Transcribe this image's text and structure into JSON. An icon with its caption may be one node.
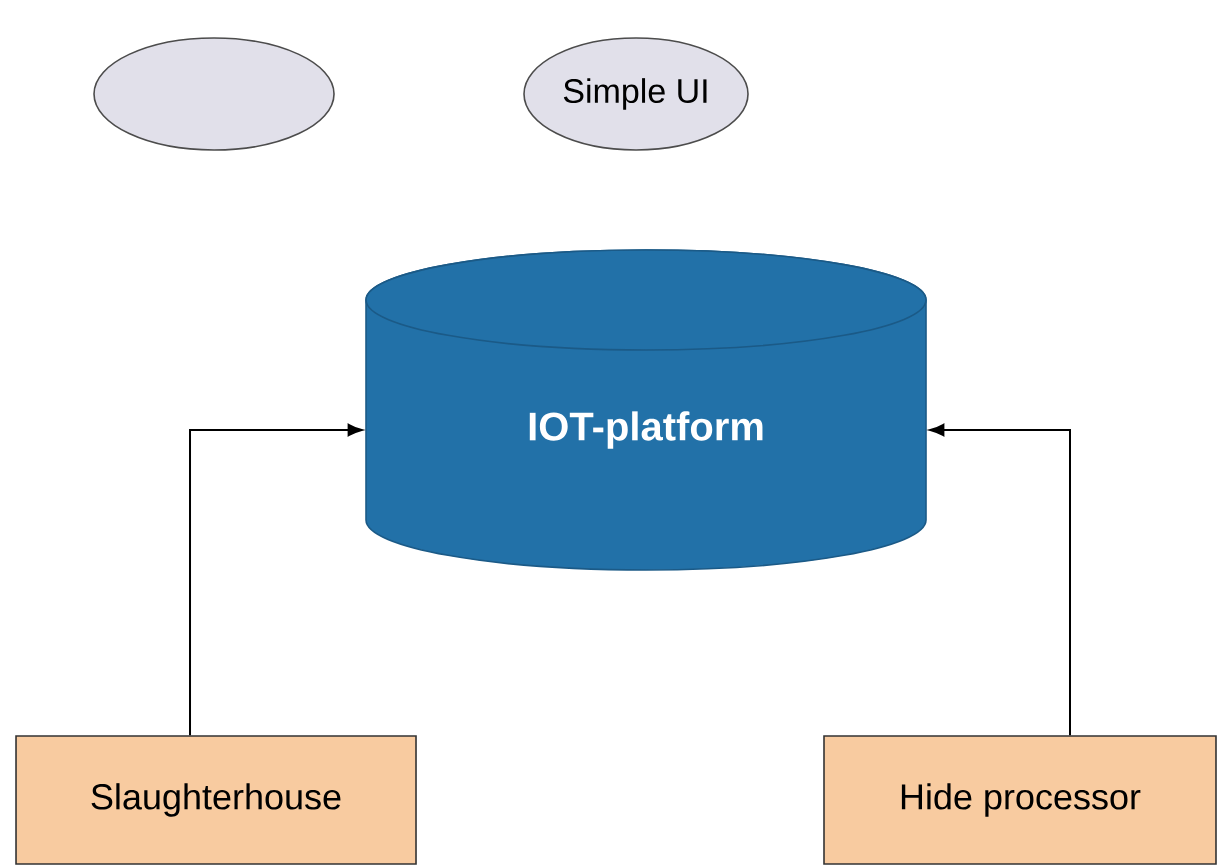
{
  "diagram": {
    "nodes": [
      {
        "text": [],
        "shape": "ellipse"
      },
      {
        "text": [
          "Simple UI"
        ]
      },
      {
        "text": [
          "IOT-platform"
        ]
      },
      {
        "text": [
          "Slaughterhouse"
        ]
      },
      {
        "text": [
          "Hide processor"
        ]
      }
    ],
    "edges": [
      {
        "from": 3,
        "to": 2,
        "arrow": "to"
      },
      {
        "from": 4,
        "to": 2,
        "arrow": "to"
      }
    ]
  }
}
